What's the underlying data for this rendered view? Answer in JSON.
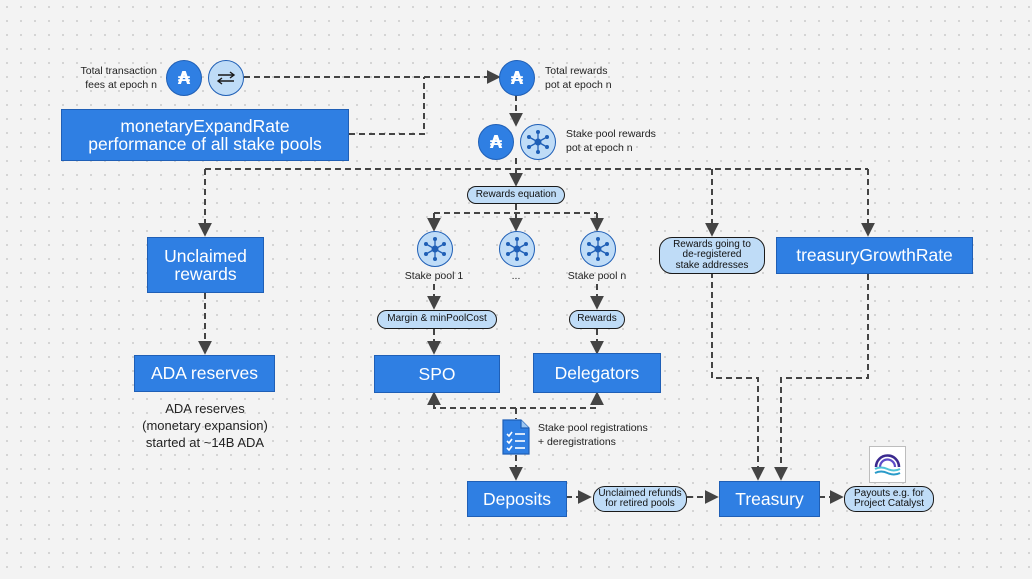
{
  "labels": {
    "fees": [
      "Total transaction",
      "fees at epoch n"
    ],
    "rewards_pot": [
      "Total rewards",
      "pot at epoch n"
    ],
    "stake_pool_rewards": [
      "Stake pool rewards",
      "pot at epoch n"
    ],
    "stake_pool_1": "Stake pool 1",
    "stake_pool_dots": "...",
    "stake_pool_n": "Stake pool n",
    "reserves_note": [
      "ADA reserves",
      "(monetary expansion)",
      "started at ~14B ADA"
    ],
    "registrations": [
      "Stake pool registrations",
      "+ deregistrations"
    ]
  },
  "boxes": {
    "monetary": [
      "monetaryExpandRate",
      "performance of all stake pools"
    ],
    "unclaimed": [
      "Unclaimed",
      "rewards"
    ],
    "treasury_growth": "treasuryGrowthRate",
    "ada_reserves": "ADA reserves",
    "spo": "SPO",
    "delegators": "Delegators",
    "deposits": "Deposits",
    "treasury": "Treasury"
  },
  "pills": {
    "rewards_equation": "Rewards equation",
    "deregistered": [
      "Rewards going to",
      "de-registered",
      "stake addresses"
    ],
    "margin": "Margin & minPoolCost",
    "rewards": "Rewards",
    "refunds": [
      "Unclaimed refunds",
      "for retired pools"
    ],
    "payouts": [
      "Payouts e.g. for",
      "Project Catalyst"
    ]
  },
  "icons": {
    "ada": "ada-coin-icon",
    "transfer": "transfer-arrows-icon",
    "pool": "stake-pool-network-icon",
    "document": "document-checklist-icon",
    "catalyst": "project-catalyst-logo-icon"
  },
  "colors": {
    "box_fill": "#2f7fe3",
    "box_border": "#1f5fb6",
    "pill_fill": "#bfdcf7",
    "line": "#444444",
    "background": "#f3f3f3"
  }
}
